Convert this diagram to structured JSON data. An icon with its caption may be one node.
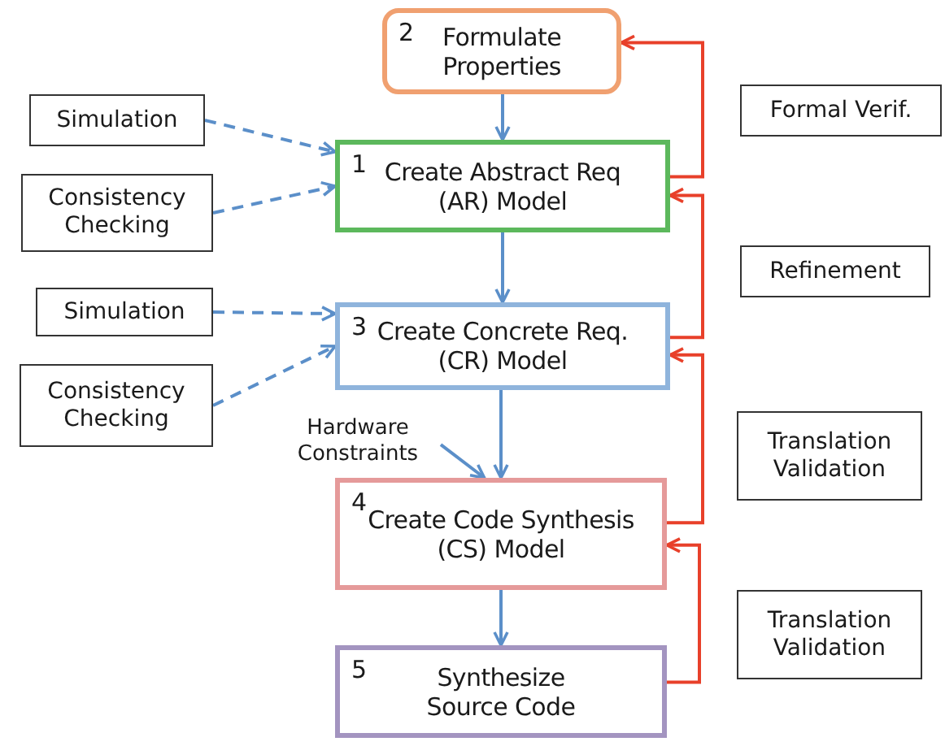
{
  "diagram": {
    "nodes": [
      {
        "text": [
          "2",
          "Formulate Properties"
        ]
      },
      {
        "text": [
          "Simulation"
        ]
      },
      {
        "text": [
          "Formal Verif."
        ]
      },
      {
        "text": [
          "Consistency Checking"
        ]
      },
      {
        "text": [
          "1",
          "Create Abstract Req (AR) Model"
        ]
      },
      {
        "text": [
          "Refinement"
        ]
      },
      {
        "text": [
          "Simulation"
        ]
      },
      {
        "text": [
          "3",
          "Create Concrete Req. (CR) Model"
        ]
      },
      {
        "text": [
          "Consistency Checking"
        ]
      },
      {
        "text": [
          "Hardware Constraints"
        ]
      },
      {
        "text": [
          "Translation Validation"
        ]
      },
      {
        "text": [
          "4",
          "Create Code Synthesis (CS) Model"
        ]
      },
      {
        "text": [
          "Translation Validation"
        ]
      },
      {
        "text": [
          "5",
          "Synthesize Source Code"
        ]
      }
    ],
    "edges": [
      {
        "from": 0,
        "to": 4,
        "arrow": "to"
      },
      {
        "from": 1,
        "to": 4,
        "arrow": "to",
        "style": "dashed"
      },
      {
        "from": 3,
        "to": 4,
        "arrow": "to",
        "style": "dashed"
      },
      {
        "from": 4,
        "to": 0,
        "arrow": "to",
        "color": "#e8402a"
      },
      {
        "from": 4,
        "to": 7,
        "arrow": "to"
      },
      {
        "from": 6,
        "to": 7,
        "arrow": "to",
        "style": "dashed"
      },
      {
        "from": 8,
        "to": 7,
        "arrow": "to",
        "style": "dashed"
      },
      {
        "from": 7,
        "to": 4,
        "arrow": "to",
        "color": "#e8402a"
      },
      {
        "from": 7,
        "to": 11,
        "arrow": "to"
      },
      {
        "from": 9,
        "to": 11,
        "arrow": "to"
      },
      {
        "from": 11,
        "to": 7,
        "arrow": "to",
        "color": "#e8402a"
      },
      {
        "from": 11,
        "to": 13,
        "arrow": "to"
      },
      {
        "from": 13,
        "to": 11,
        "arrow": "to",
        "color": "#e8402a"
      }
    ]
  }
}
